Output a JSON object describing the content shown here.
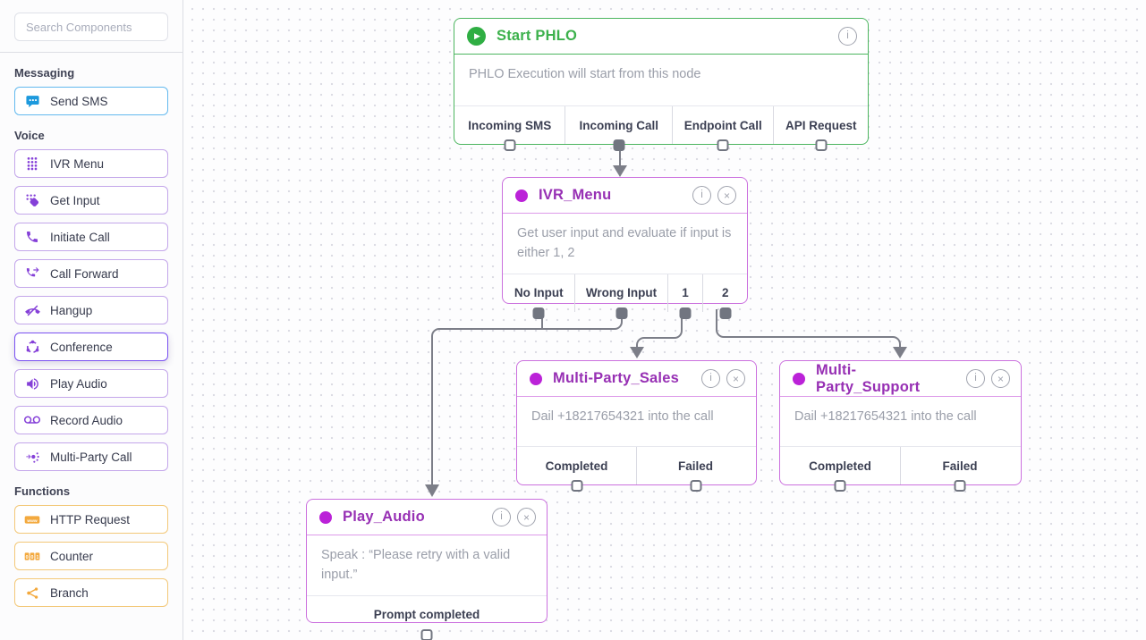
{
  "sidebar": {
    "search": {
      "placeholder": "Search Components"
    },
    "sections": [
      {
        "label": "Messaging",
        "items": [
          {
            "label": "Send SMS",
            "icon": "sms-icon",
            "accent": "#1c99dd"
          }
        ]
      },
      {
        "label": "Voice",
        "items": [
          {
            "label": "IVR Menu",
            "icon": "dialpad-icon",
            "accent": "#8540d8"
          },
          {
            "label": "Get Input",
            "icon": "keypad-hand-icon",
            "accent": "#8540d8"
          },
          {
            "label": "Initiate Call",
            "icon": "phone-icon",
            "accent": "#8540d8"
          },
          {
            "label": "Call Forward",
            "icon": "call-forward-icon",
            "accent": "#8540d8"
          },
          {
            "label": "Hangup",
            "icon": "hangup-icon",
            "accent": "#8540d8"
          },
          {
            "label": "Conference",
            "icon": "conference-icon",
            "accent": "#8540d8",
            "active": true
          },
          {
            "label": "Play Audio",
            "icon": "speaker-icon",
            "accent": "#8540d8"
          },
          {
            "label": "Record Audio",
            "icon": "voicemail-icon",
            "accent": "#8540d8"
          },
          {
            "label": "Multi-Party Call",
            "icon": "multi-party-icon",
            "accent": "#8540d8"
          }
        ]
      },
      {
        "label": "Functions",
        "items": [
          {
            "label": "HTTP Request",
            "icon": "www-icon",
            "accent": "#f3a93e"
          },
          {
            "label": "Counter",
            "icon": "counter-icon",
            "accent": "#f3a93e"
          },
          {
            "label": "Branch",
            "icon": "branch-icon",
            "accent": "#f3a93e"
          }
        ]
      }
    ]
  },
  "canvas": {
    "nodes": [
      {
        "title": "Start PHLO",
        "type": "start",
        "description": "PHLO Execution will start from this node",
        "header_icon": "play-icon",
        "ports": [
          {
            "label": "Incoming SMS",
            "connected": false
          },
          {
            "label": "Incoming Call",
            "connected": true
          },
          {
            "label": "Endpoint Call",
            "connected": false
          },
          {
            "label": "API Request",
            "connected": false
          }
        ]
      },
      {
        "title": "IVR_Menu",
        "type": "component",
        "description": "Get user input and evaluate if input is either 1, 2",
        "ports": [
          {
            "label": "No Input",
            "connected": true
          },
          {
            "label": "Wrong Input",
            "connected": true
          },
          {
            "label": "1",
            "connected": true
          },
          {
            "label": "2",
            "connected": true
          }
        ]
      },
      {
        "title": "Multi-Party_Sales",
        "type": "component",
        "description": "Dail +18217654321 into the call",
        "ports": [
          {
            "label": "Completed",
            "connected": false
          },
          {
            "label": "Failed",
            "connected": false
          }
        ]
      },
      {
        "title": "Multi-Party_Support",
        "type": "component",
        "description": "Dail +18217654321 into the call",
        "ports": [
          {
            "label": "Completed",
            "connected": false
          },
          {
            "label": "Failed",
            "connected": false
          }
        ]
      },
      {
        "title": "Play_Audio",
        "type": "component",
        "description": "Speak : “Please retry with a valid input.”",
        "ports": [
          {
            "label": "Prompt completed",
            "connected": false
          }
        ]
      }
    ],
    "connections": [
      {
        "from": "Start PHLO.Incoming Call",
        "to": "IVR_Menu"
      },
      {
        "from": "IVR_Menu.No Input",
        "to": "Play_Audio"
      },
      {
        "from": "IVR_Menu.Wrong Input",
        "to": "Play_Audio"
      },
      {
        "from": "IVR_Menu.1",
        "to": "Multi-Party_Sales"
      },
      {
        "from": "IVR_Menu.2",
        "to": "Multi-Party_Support"
      }
    ]
  },
  "colors": {
    "start_green": "#3cb14c",
    "node_purple_title": "#9730b4",
    "node_purple_border": "#cb70de",
    "node_dot": "#bb22d8",
    "wire_gray": "#7c7e88",
    "messaging_blue": "#1c99dd",
    "voice_purple": "#8540d8",
    "function_orange": "#f3a93e"
  }
}
